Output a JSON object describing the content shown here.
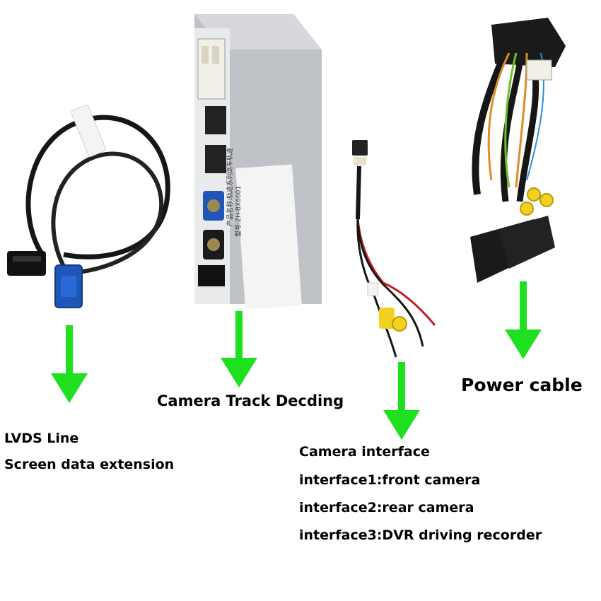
{
  "lvds": {
    "title": "LVDS Line",
    "subtitle": "Screen data extension"
  },
  "decoder": {
    "label": "Camera Track Decding",
    "device_text_1": "产品名称:轨迹系列倒车轨迹",
    "device_text_2": "型号:ZH-BX6601"
  },
  "camera_interface": {
    "title": "Camera interface",
    "lines": [
      "interface1:front camera",
      "interface2:rear camera",
      "interface3:DVR driving recorder"
    ]
  },
  "power": {
    "label": "Power cable"
  },
  "colors": {
    "arrow": "#1fe01f",
    "connector_blue": "#1f56b8",
    "cable": "#161616",
    "rca_yellow": "#f2d21e",
    "box_silver": "#bfc2c7"
  }
}
